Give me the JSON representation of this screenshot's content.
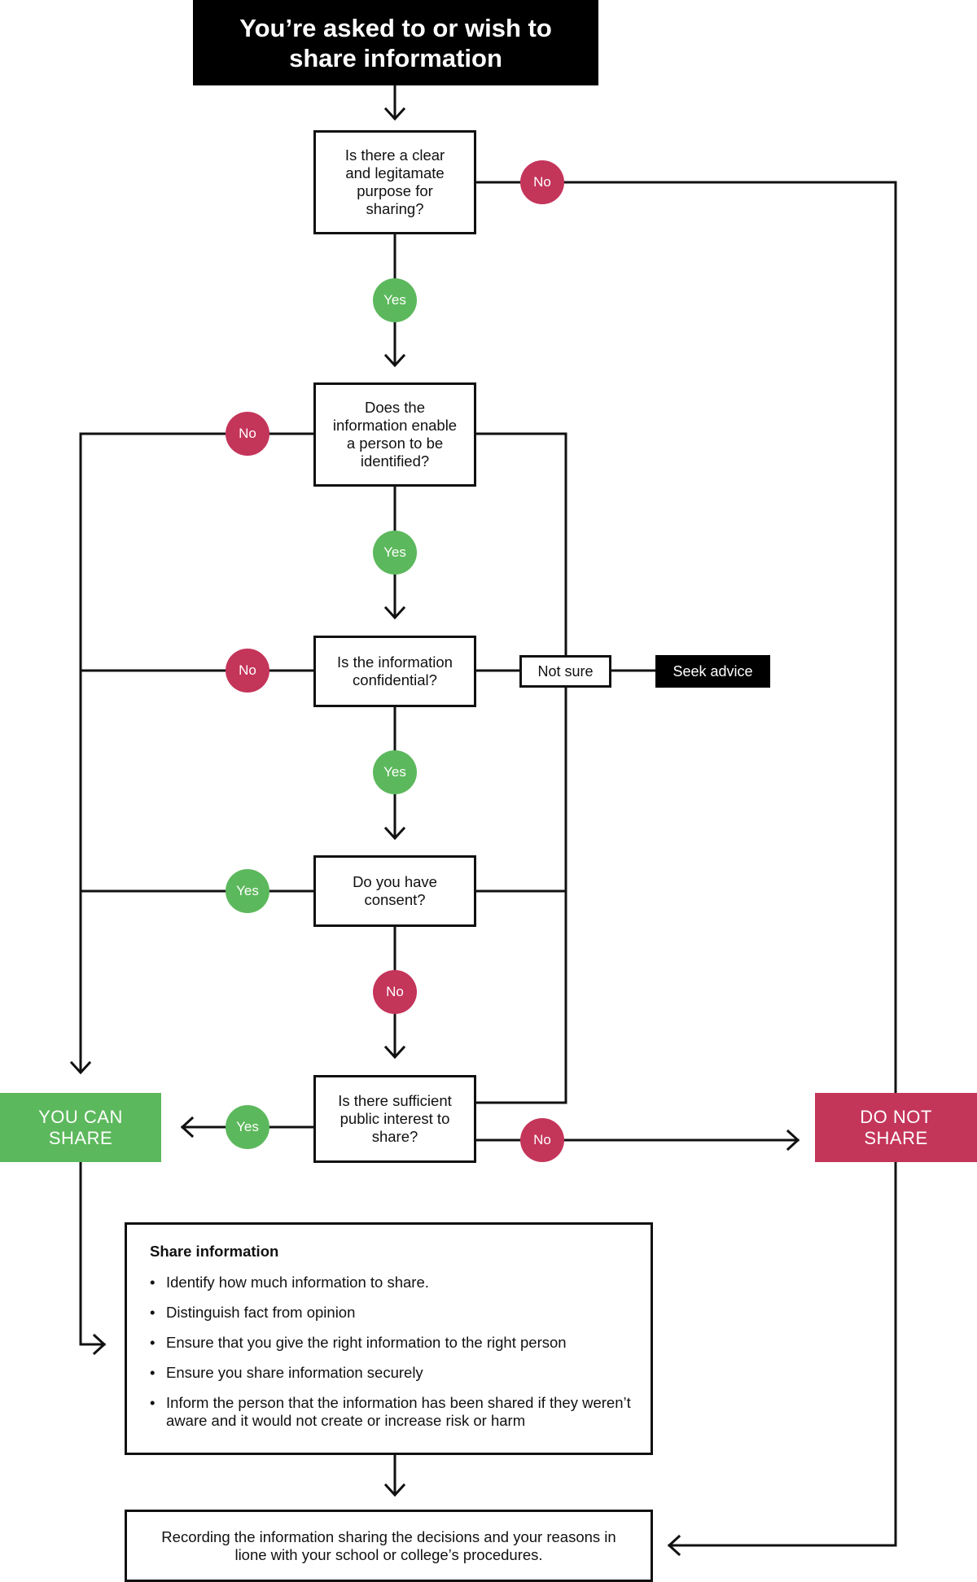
{
  "title": "You’re asked to or wish to share information",
  "questions": {
    "q1": "Is there a clear and legitamate purpose for sharing?",
    "q2": "Does the information enable a person to be identified?",
    "q3": "Is the information confidential?",
    "q4": "Do you have consent?",
    "q5": "Is there sufficient public interest to share?"
  },
  "badges": {
    "yes": "Yes",
    "no": "No"
  },
  "not_sure": "Not sure",
  "seek_advice": "Seek advice",
  "outcomes": {
    "can_share": "YOU CAN SHARE",
    "do_not_share": "DO NOT SHARE"
  },
  "share_info": {
    "heading": "Share information",
    "items": [
      "Identify how much information to share.",
      "Distinguish fact from opinion",
      "Ensure that you give the right information to the right person",
      "Ensure you share information securely",
      "Inform the person that the information has been shared if they weren’t aware and it would not create or increase risk or harm"
    ]
  },
  "recording": "Recording the information sharing the decisions and your reasons in lione with your school or college’s procedures.",
  "colors": {
    "yes": "#5cb85c",
    "no": "#c4355a",
    "line": "#111111"
  }
}
